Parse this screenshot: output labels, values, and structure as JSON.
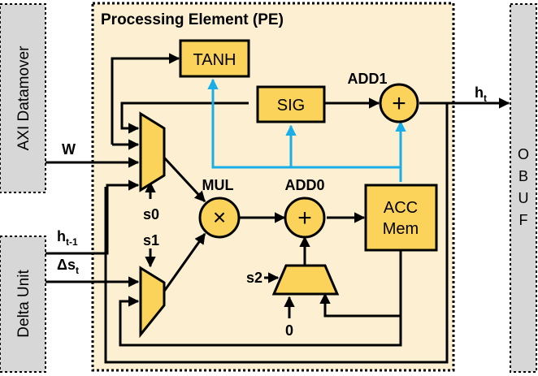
{
  "pe": {
    "title": "Processing Element (PE)"
  },
  "axi": {
    "label": "AXI Datamover"
  },
  "delta": {
    "label": "Delta Unit"
  },
  "obuf": {
    "label": "OBUF"
  },
  "blocks": {
    "tanh": "TANH",
    "sig": "SIG",
    "acc_line1": "ACC",
    "acc_line2": "Mem"
  },
  "ops": {
    "plus": "+",
    "times": "×"
  },
  "labels": {
    "add1": "ADD1",
    "add0": "ADD0",
    "mul": "MUL",
    "w": "W",
    "h_prev_base": "h",
    "h_prev_sub": "t-1",
    "ds_base": "Δs",
    "ds_sub": "t",
    "ht_base": "h",
    "ht_sub": "t",
    "s0": "s0",
    "s1": "s1",
    "s2": "s2",
    "zero": "0"
  },
  "colors": {
    "pe_fill": "#fdf0d2",
    "block_fill": "#fbd25a",
    "side_fill": "#d7d7d7",
    "feedback_blue": "#19aee8"
  }
}
